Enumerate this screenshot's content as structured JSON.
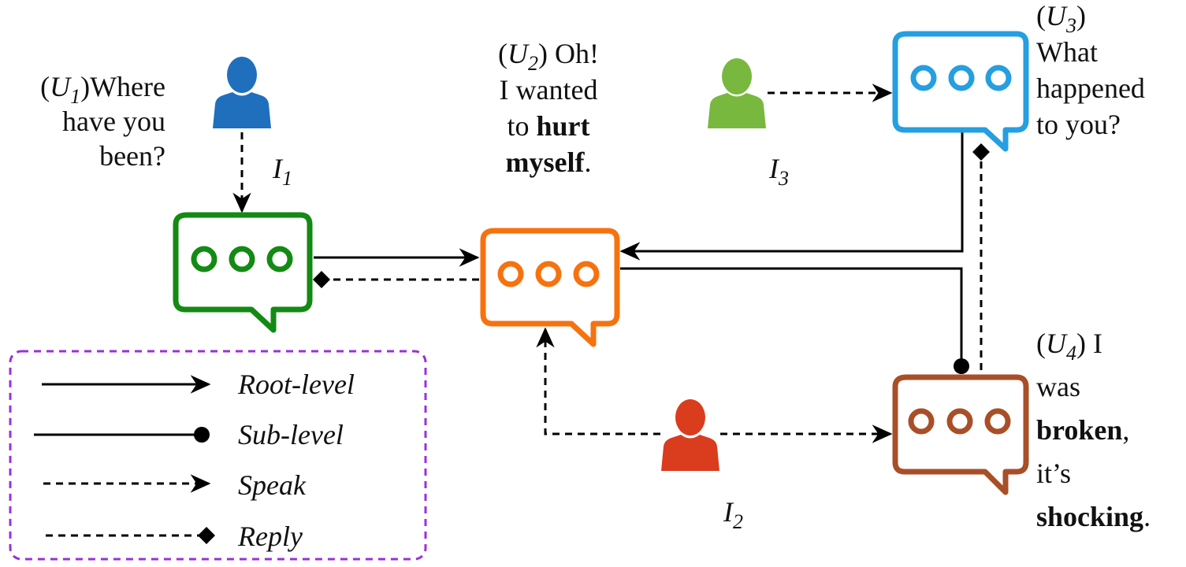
{
  "colors": {
    "user1": "#1f6fbd",
    "user2": "#da3c1e",
    "user3": "#79b83e",
    "bubble_u1": "#138a13",
    "bubble_u2": "#f6720f",
    "bubble_u3": "#259fe0",
    "bubble_u4": "#a84f28",
    "legend_border": "#9b30d8",
    "line": "#000000"
  },
  "utterances": [
    {
      "id": "U1",
      "prefix": "(",
      "var": "U",
      "sub": "1",
      "suffix": ")",
      "lines": [
        [
          {
            "t": "Where",
            "b": false
          }
        ],
        [
          {
            "t": "have you",
            "b": false
          }
        ],
        [
          {
            "t": "been?",
            "b": false
          }
        ]
      ]
    },
    {
      "id": "U2",
      "prefix": "(",
      "var": "U",
      "sub": "2",
      "suffix": ") Oh!",
      "lines": [
        [
          {
            "t": "I wanted",
            "b": false
          }
        ],
        [
          {
            "t": "to ",
            "b": false
          },
          {
            "t": "hurt",
            "b": true
          }
        ],
        [
          {
            "t": "myself",
            "b": true
          },
          {
            "t": ".",
            "b": false
          }
        ]
      ]
    },
    {
      "id": "U3",
      "prefix": "(",
      "var": "U",
      "sub": "3",
      "suffix": ")",
      "lines": [
        [
          {
            "t": "What",
            "b": false
          }
        ],
        [
          {
            "t": "happened",
            "b": false
          }
        ],
        [
          {
            "t": "to you?",
            "b": false
          }
        ]
      ]
    },
    {
      "id": "U4",
      "prefix": "(",
      "var": "U",
      "sub": "4",
      "suffix": ") I",
      "lines": [
        [
          {
            "t": "was",
            "b": false
          }
        ],
        [
          {
            "t": "broken",
            "b": true
          },
          {
            "t": ",",
            "b": false
          }
        ],
        [
          {
            "t": "it’s",
            "b": false
          }
        ],
        [
          {
            "t": "shocking",
            "b": true
          },
          {
            "t": ".",
            "b": false
          }
        ]
      ]
    }
  ],
  "interlocutors": [
    {
      "id": "I1",
      "var": "I",
      "sub": "1"
    },
    {
      "id": "I2",
      "var": "I",
      "sub": "2"
    },
    {
      "id": "I3",
      "var": "I",
      "sub": "3"
    }
  ],
  "edges": [
    {
      "type": "root-level",
      "from": "U1",
      "to": "U2"
    },
    {
      "type": "reply",
      "from": "U2",
      "to": "U1"
    },
    {
      "type": "root-level",
      "from": "U3",
      "to": "U2"
    },
    {
      "type": "sub-level",
      "from": "U2",
      "to": "U4"
    },
    {
      "type": "reply",
      "from": "U4",
      "to": "U3"
    },
    {
      "type": "speak",
      "from": "I1",
      "to": "U1"
    },
    {
      "type": "speak",
      "from": "I2",
      "to": "U2"
    },
    {
      "type": "speak",
      "from": "I2",
      "to": "U4"
    },
    {
      "type": "speak",
      "from": "I3",
      "to": "U3"
    }
  ],
  "legend": {
    "items": [
      {
        "label": "Root-level",
        "style": "solid",
        "head": "arrow"
      },
      {
        "label": "Sub-level",
        "style": "solid",
        "head": "dot"
      },
      {
        "label": "Speak",
        "style": "dashed",
        "head": "arrow"
      },
      {
        "label": "Reply",
        "style": "dashed",
        "head": "diamond"
      }
    ]
  }
}
